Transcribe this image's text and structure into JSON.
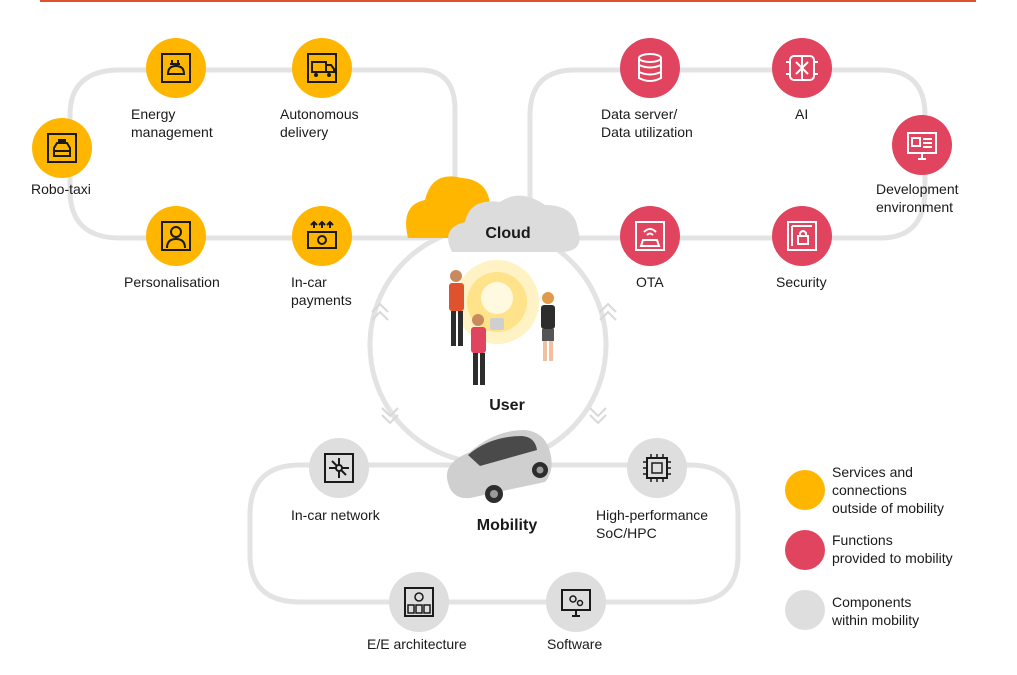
{
  "titles": {
    "cloud": "Cloud",
    "user": "User",
    "mobility": "Mobility"
  },
  "services": [
    {
      "label": [
        "Energy",
        "management"
      ],
      "icon": "plug-car-icon"
    },
    {
      "label": [
        "Autonomous",
        "delivery"
      ],
      "icon": "delivery-truck-icon"
    },
    {
      "label": [
        "Robo-taxi"
      ],
      "icon": "taxi-icon"
    },
    {
      "label": [
        "Personalisation"
      ],
      "icon": "person-icon"
    },
    {
      "label": [
        "In-car",
        "payments"
      ],
      "icon": "payment-icon"
    }
  ],
  "functions": [
    {
      "label": [
        "Data server/",
        "Data utilization"
      ],
      "icon": "database-icon"
    },
    {
      "label": [
        "AI"
      ],
      "icon": "brain-icon"
    },
    {
      "label": [
        "Development",
        "environment"
      ],
      "icon": "monitor-icon"
    },
    {
      "label": [
        "OTA"
      ],
      "icon": "wifi-car-icon"
    },
    {
      "label": [
        "Security"
      ],
      "icon": "lock-window-icon"
    }
  ],
  "components": [
    {
      "label": [
        "In-car network"
      ],
      "icon": "network-icon"
    },
    {
      "label": [
        "High-performance",
        "SoC/HPC"
      ],
      "icon": "chip-icon"
    },
    {
      "label": [
        "E/E architecture"
      ],
      "icon": "architecture-icon"
    },
    {
      "label": [
        "Software"
      ],
      "icon": "software-monitor-icon"
    }
  ],
  "legend": [
    {
      "text": [
        "Services and",
        "connections",
        "outside of mobility"
      ],
      "color": "#ffb600"
    },
    {
      "text": [
        "Functions",
        "provided to mobility"
      ],
      "color": "#e0445e"
    },
    {
      "text": [
        "Components",
        "within mobility"
      ],
      "color": "#dedede"
    }
  ],
  "colors": {
    "services": "#ffb600",
    "functions": "#e0445e",
    "components": "#dedede",
    "accent_line": "#e0522d",
    "track": "#e3e3e3"
  }
}
